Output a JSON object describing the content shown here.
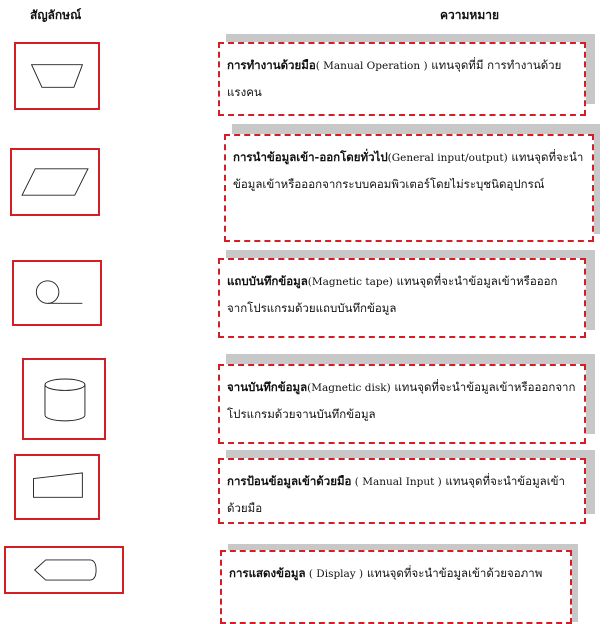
{
  "header": {
    "symbol_col": "สัญลักษณ์",
    "meaning_col": "ความหมาย"
  },
  "rows": [
    {
      "title": "การทำงานด้วยมือ",
      "english": "( Manual Operation )",
      "rest": " แทนจุดที่มี การทำงานด้วยแรงคน"
    },
    {
      "title": "การนำข้อมูลเข้า-ออกโดยทั่วไป",
      "english": "(General input/output)",
      "rest": " แทนจุดที่จะนำข้อมูลเข้าหรือออกจากระบบคอมพิวเตอร์โดยไม่ระบุชนิดอุปกรณ์"
    },
    {
      "title": "แถบบันทึกข้อมูล",
      "english": "(Magnetic tape)",
      "rest": " แทนจุดที่จะนำข้อมูลเข้าหรือออกจากโปรแกรมด้วยแถบบันทึกข้อมูล"
    },
    {
      "title": "จานบันทึกข้อมูล",
      "english": "(Magnetic disk)",
      "rest": " แทนจุดที่จะนำข้อมูลเข้าหรือออกจากโปรแกรมด้วยจานบันทึกข้อมูล"
    },
    {
      "title": "การป้อนข้อมูลเข้าด้วยมือ",
      "english": " ( Manual Input )",
      "rest": " แทนจุดที่จะนำข้อมูลเข้าด้วยมือ"
    },
    {
      "title": "การแสดงข้อมูล",
      "english": " ( Display )",
      "rest": " แทนจุดที่จะนำข้อมูลเข้าด้วยจอภาพ"
    }
  ]
}
